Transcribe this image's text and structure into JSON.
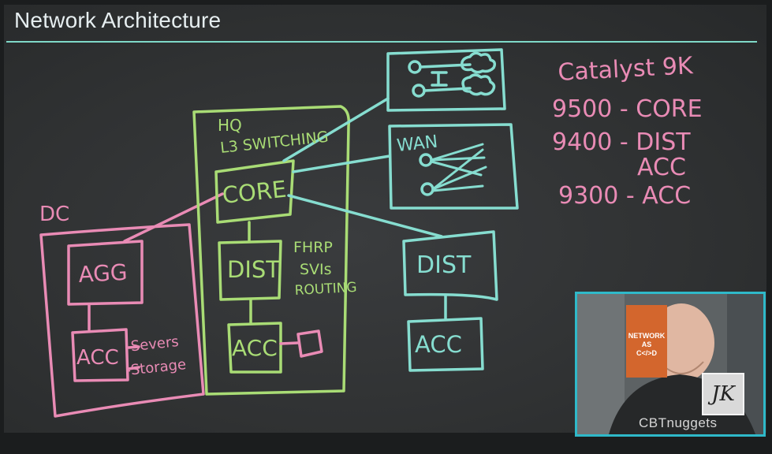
{
  "slide": {
    "title": "Network Architecture"
  },
  "diagram": {
    "dc": {
      "label": "DC",
      "agg": "AGG",
      "acc": "ACC",
      "servers": "-Severs",
      "storage": "-Storage"
    },
    "hq": {
      "label_line1": "HQ",
      "label_line2": "L3 SWITCHING",
      "core": "CORE",
      "dist": "DIST",
      "acc": "ACC",
      "notes": [
        "FHRP",
        "SVIs",
        "ROUTING"
      ]
    },
    "branch": {
      "dist": "DIST",
      "acc": "ACC"
    },
    "wan": {
      "label": "WAN"
    },
    "catalyst_notes": {
      "heading": "Catalyst 9K",
      "line1": "9500 - CORE",
      "line2": "9400 - DIST",
      "line3": "ACC",
      "line4": "9300 - ACC"
    }
  },
  "video": {
    "poster_text": [
      "NETWORK",
      "AS",
      "C</>D"
    ],
    "badge": "JK",
    "brand": "CBTnuggets"
  },
  "colors": {
    "pink": "#e98bb5",
    "green": "#a9dc75",
    "teal": "#86ddd0",
    "title_rule": "#7fd9c8",
    "video_border": "#2fb9c9"
  }
}
